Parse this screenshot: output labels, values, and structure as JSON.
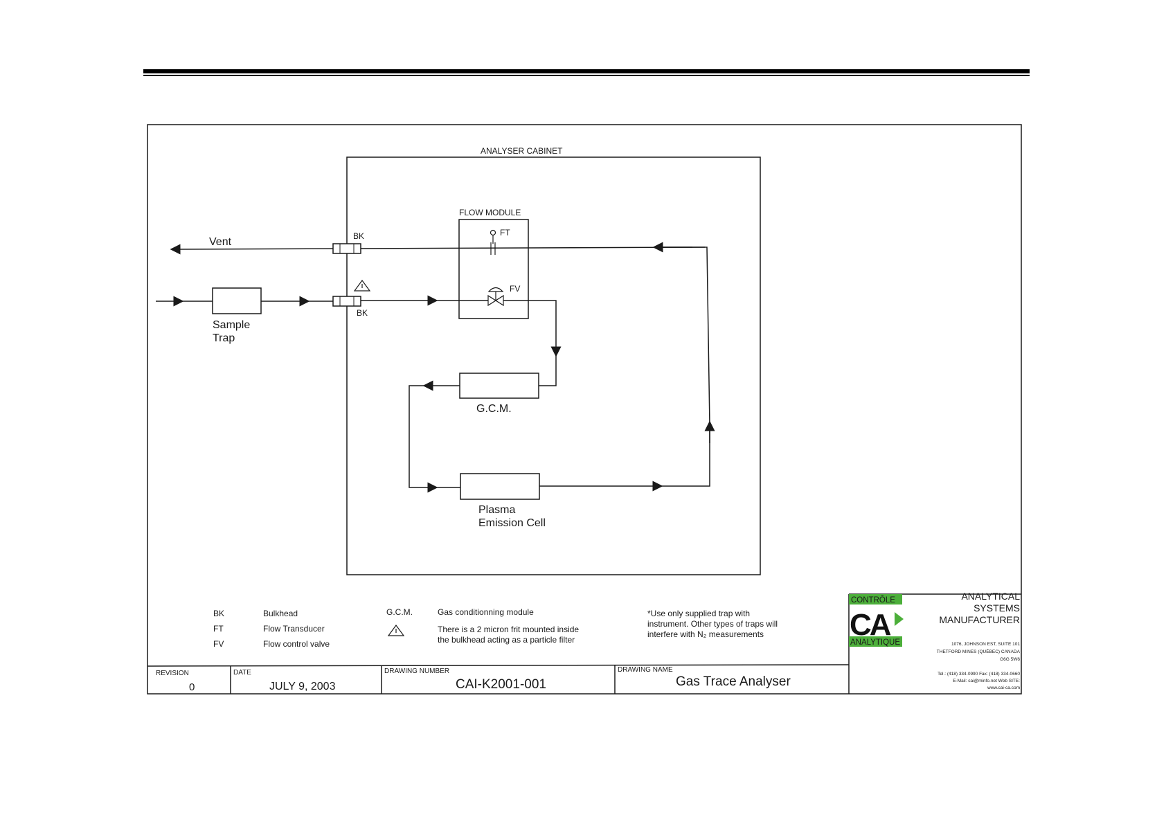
{
  "labels": {
    "cabinet": "ANALYSER CABINET",
    "flow_module": "FLOW MODULE",
    "vent": "Vent",
    "bk_top": "BK",
    "bk_bottom": "BK",
    "ft": "FT",
    "fv": "FV",
    "sample_trap_1": "Sample",
    "sample_trap_2": "Trap",
    "gcm": "G.C.M.",
    "plasma_1": "Plasma",
    "plasma_2": "Emission Cell"
  },
  "legend": {
    "bk_code": "BK",
    "bk_desc": "Bulkhead",
    "ft_code": "FT",
    "ft_desc": "Flow Transducer",
    "fv_code": "FV",
    "fv_desc": "Flow control valve",
    "gcm_code": "G.C.M.",
    "gcm_desc": "Gas conditionning module",
    "warn_line1": "There is a 2 micron frit mounted inside",
    "warn_line2": "the bulkhead acting as a particle filter",
    "note_line1": "*Use only supplied trap with",
    "note_line2": "instrument. Other types of traps will",
    "note_line3": "interfere with N₂ measurements"
  },
  "title_block": {
    "revision_label": "REVISION",
    "revision": "0",
    "date_label": "DATE",
    "date": "JULY 9, 2003",
    "drawing_number_label": "DRAWING NUMBER",
    "drawing_number": "CAI-K2001-001",
    "drawing_name_label": "DRAWING NAME",
    "drawing_name": "Gas Trace Analyser"
  },
  "company": {
    "logo_top": "CONTRÔLE",
    "logo_mark": "CA",
    "logo_bottom": "ANALYTIQUE",
    "name_1": "ANALYTICAL",
    "name_2": "SYSTEMS",
    "name_3": "MANUFACTURER",
    "address_1": "1076, JOHNSON EST, SUITE 101",
    "address_2": "THETFORD MINES (QUÉBEC) CANADA",
    "address_3": "G6G 5W6",
    "contact_1": "Tel.: (418) 334-0990 Fax: (418) 334-0660",
    "contact_2": "E-Mail: cai@minfo.net  Web SITE:",
    "contact_3": "www.cai-ca.com"
  },
  "colors": {
    "logo_green": "#4caf3a",
    "line": "#1a1a1a"
  }
}
